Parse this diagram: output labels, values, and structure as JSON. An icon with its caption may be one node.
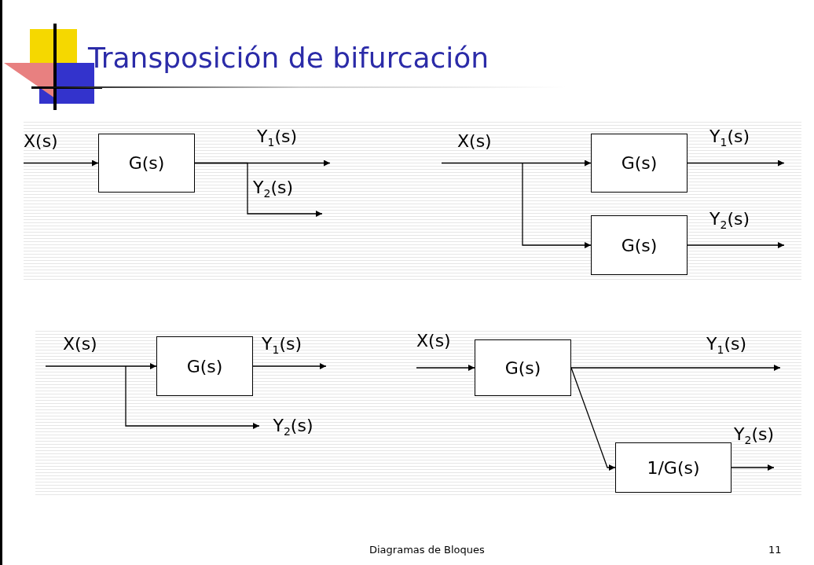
{
  "diagram": {
    "title": "Transposición de bifurcación",
    "nodes": [
      {
        "text": [
          "G(s)"
        ]
      },
      {
        "text": [
          "G(s)"
        ]
      },
      {
        "text": [
          "G(s)"
        ]
      },
      {
        "text": [
          "G(s)"
        ]
      },
      {
        "text": [
          "Y$_{2}$(s)"
        ]
      },
      {
        "text": [
          "G(s)"
        ]
      },
      {
        "text": [
          "1/G(s)"
        ]
      }
    ],
    "edges": [
      {
        "from": null,
        "to": 0,
        "arrow": "to",
        "label": "X(s)"
      },
      {
        "from": 0,
        "to": null,
        "arrow": "to",
        "label": "Y$_{1}$(s)"
      },
      {
        "from": 0,
        "to": null,
        "arrow": "to",
        "label": "Y$_{2}$(s)"
      },
      {
        "from": null,
        "to": 1,
        "arrow": "to",
        "label": "X(s)"
      },
      {
        "from": null,
        "to": 2,
        "arrow": "to"
      },
      {
        "from": 1,
        "to": null,
        "arrow": "to",
        "label": "Y$_{1}$(s)"
      },
      {
        "from": 2,
        "to": null,
        "arrow": "to",
        "label": "Y$_{2}$(s)"
      },
      {
        "from": null,
        "to": 3,
        "arrow": "to",
        "label": "X(s)"
      },
      {
        "from": null,
        "to": 4,
        "arrow": "to"
      },
      {
        "from": 3,
        "to": null,
        "arrow": "to",
        "label": "Y$_{1}$(s)"
      },
      {
        "from": null,
        "to": 5,
        "arrow": "to",
        "label": "X(s)"
      },
      {
        "from": 5,
        "to": null,
        "arrow": "to",
        "label": "Y$_{1}$(s)"
      },
      {
        "from": 5,
        "to": 6,
        "arrow": "to"
      },
      {
        "from": 6,
        "to": null,
        "arrow": "to",
        "label": "Y$_{2}$(s)"
      }
    ],
    "labels": [
      "Diagramas de Bloques",
      "11"
    ]
  }
}
